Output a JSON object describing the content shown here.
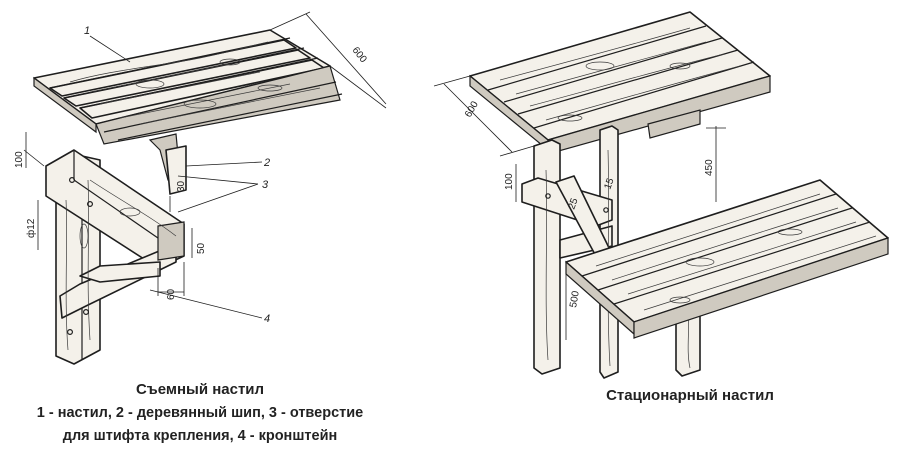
{
  "left": {
    "caption_title": "Съемный настил",
    "caption_line1": "1 - настил, 2 - деревянный шип, 3 - отверстие",
    "caption_line2": "для штифта крепления, 4 - кронштейн",
    "dims": {
      "d600": "600",
      "d100": "100",
      "d12": "ф12",
      "d50": "50",
      "d60": "60",
      "d30": "30"
    },
    "callouts": {
      "c1": "1",
      "c2": "2",
      "c3": "3",
      "c4": "4"
    }
  },
  "right": {
    "caption_title": "Стационарный настил",
    "dims": {
      "d600": "600",
      "d450": "450",
      "d100": "100",
      "d500": "500",
      "d25": "25",
      "d15": "15"
    }
  }
}
